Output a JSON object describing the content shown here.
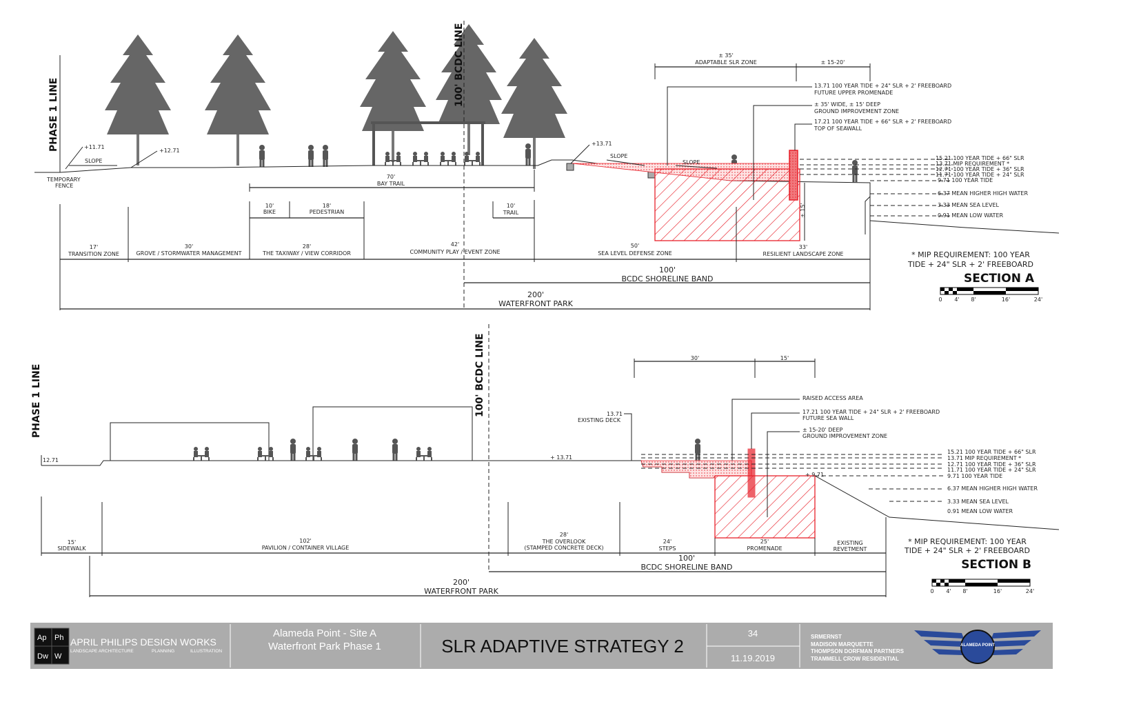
{
  "section_a": {
    "phase_line": "PHASE 1 LINE",
    "bcdc_line": "100' BCDC LINE",
    "spot_1171": "+11.71",
    "slope_1": "SLOPE",
    "spot_1271": "+12.71",
    "fence": [
      "TEMPORARY",
      "FENCE"
    ],
    "spot_1371": "+13.71",
    "slope_2": "SLOPE",
    "slope_3": "SLOPE",
    "bay_trail": [
      "70'",
      "BAY TRAIL"
    ],
    "bike": [
      "10'",
      "BIKE"
    ],
    "pedestrian": [
      "18'",
      "PEDESTRIAN"
    ],
    "trail": [
      "10'",
      "TRAIL"
    ],
    "zones": [
      {
        "dim": "17'",
        "label": "TRANSITION ZONE"
      },
      {
        "dim": "30'",
        "label": "GROVE / STORMWATER MANAGEMENT"
      },
      {
        "dim": "28'",
        "label": "THE TAXIWAY / VIEW CORRIDOR"
      },
      {
        "dim": "42'",
        "label": "COMMUNITY PLAY / EVENT ZONE"
      },
      {
        "dim": "50'",
        "label": "SEA LEVEL DEFENSE ZONE"
      },
      {
        "dim": "33'",
        "label": "RESILIENT LANDSCAPE ZONE"
      }
    ],
    "shoreline_band": [
      "100'",
      "BCDC SHORELINE BAND"
    ],
    "waterfront_park": [
      "200'",
      "WATERFRONT PARK"
    ],
    "adaptable": [
      "± 35'",
      "ADAPTABLE SLR ZONE"
    ],
    "adaptable_2": "± 15-20'",
    "depth": "± 15'",
    "callouts": [
      [
        "13.71  100 YEAR TIDE + 24\" SLR + 2' FREEBOARD",
        "FUTURE UPPER PROMENADE"
      ],
      [
        "± 35' WIDE, ± 15' DEEP",
        "GROUND IMPROVEMENT ZONE"
      ],
      [
        "17.21  100 YEAR TIDE + 66\" SLR + 2' FREEBOARD",
        "TOP OF SEAWALL"
      ]
    ],
    "levels": [
      "15.21  100 YEAR TIDE + 66\" SLR",
      "13.71  MIP REQUIREMENT *",
      "12.71  100 YEAR TIDE + 36\" SLR",
      "11.71  100 YEAR TIDE + 24\" SLR",
      "9.71  100 YEAR TIDE",
      "6.37  MEAN HIGHER HIGH WATER",
      "3.33  MEAN SEA LEVEL",
      "0.91  MEAN LOW WATER"
    ],
    "note": [
      "* MIP REQUIREMENT: 100 YEAR",
      "TIDE + 24\" SLR + 2' FREEBOARD"
    ],
    "title": "SECTION A",
    "scale": [
      "0",
      "4'",
      "8'",
      "16'",
      "24'"
    ]
  },
  "section_b": {
    "phase_line": "PHASE 1 LINE",
    "bcdc_line": "100' BCDC LINE",
    "spot_1271": "12.71",
    "spot_1371": "+ 13.71",
    "existing_deck": [
      "13.71",
      "EXISTING DECK"
    ],
    "spot_971": "+ 9.71",
    "top_dims": [
      "30'",
      "15'"
    ],
    "zones": [
      {
        "dim": "15'",
        "label": "SIDEWALK"
      },
      {
        "dim": "102'",
        "label": "PAVILION / CONTAINER VILLAGE"
      },
      {
        "dim": "28'",
        "label": "THE OVERLOOK",
        "label2": "(STAMPED CONCRETE DECK)"
      },
      {
        "dim": "24'",
        "label": "STEPS"
      },
      {
        "dim": "25'",
        "label": "PROMENADE"
      },
      {
        "dim": "",
        "label": "EXISTING",
        "label2": "REVETMENT"
      }
    ],
    "shoreline_band": [
      "100'",
      "BCDC SHORELINE BAND"
    ],
    "waterfront_park": [
      "200'",
      "WATERFRONT PARK"
    ],
    "callouts": [
      [
        "RAISED ACCESS AREA",
        ""
      ],
      [
        "17.21  100 YEAR TIDE + 24\" SLR + 2' FREEBOARD",
        "FUTURE SEA WALL"
      ],
      [
        "± 15-20' DEEP",
        "GROUND IMPROVEMENT ZONE"
      ]
    ],
    "levels": [
      "15.21  100 YEAR TIDE + 66\" SLR",
      "13.71  MIP REQUIREMENT *",
      "12.71  100 YEAR TIDE + 36\" SLR",
      "11.71  100 YEAR TIDE + 24\" SLR",
      "9.71  100 YEAR TIDE",
      "6.37  MEAN HIGHER HIGH WATER",
      "3.33  MEAN SEA LEVEL",
      "0.91  MEAN LOW WATER"
    ],
    "note": [
      "* MIP REQUIREMENT: 100 YEAR",
      "TIDE + 24\" SLR + 2' FREEBOARD"
    ],
    "title": "SECTION B",
    "scale": [
      "0",
      "4'",
      "8'",
      "16'",
      "24'"
    ]
  },
  "title_block": {
    "logo_letters": [
      "Ap",
      "Ph",
      "Dw",
      "W"
    ],
    "firm": "APRIL PHILIPS DESIGN WORKS",
    "firm_sub": [
      "LANDSCAPE ARCHITECTURE",
      "PLANNING",
      "ILLUSTRATION"
    ],
    "project": [
      "Alameda Point - Site A",
      "Waterfront Park Phase 1"
    ],
    "sheet_title": "SLR ADAPTIVE STRATEGY 2",
    "sheet_number": "34",
    "date": "11.19.2019",
    "partners": [
      "SRMERNST",
      "MADISON MARQUETTE",
      "THOMPSON DORFMAN PARTNERS",
      "TRAMMELL CROW RESIDENTIAL"
    ],
    "seal": "ALAMEDA POINT"
  },
  "colors": {
    "red": "#e8202a",
    "title_bg": "#acacac",
    "seal_blue": "#2a4a9a"
  }
}
